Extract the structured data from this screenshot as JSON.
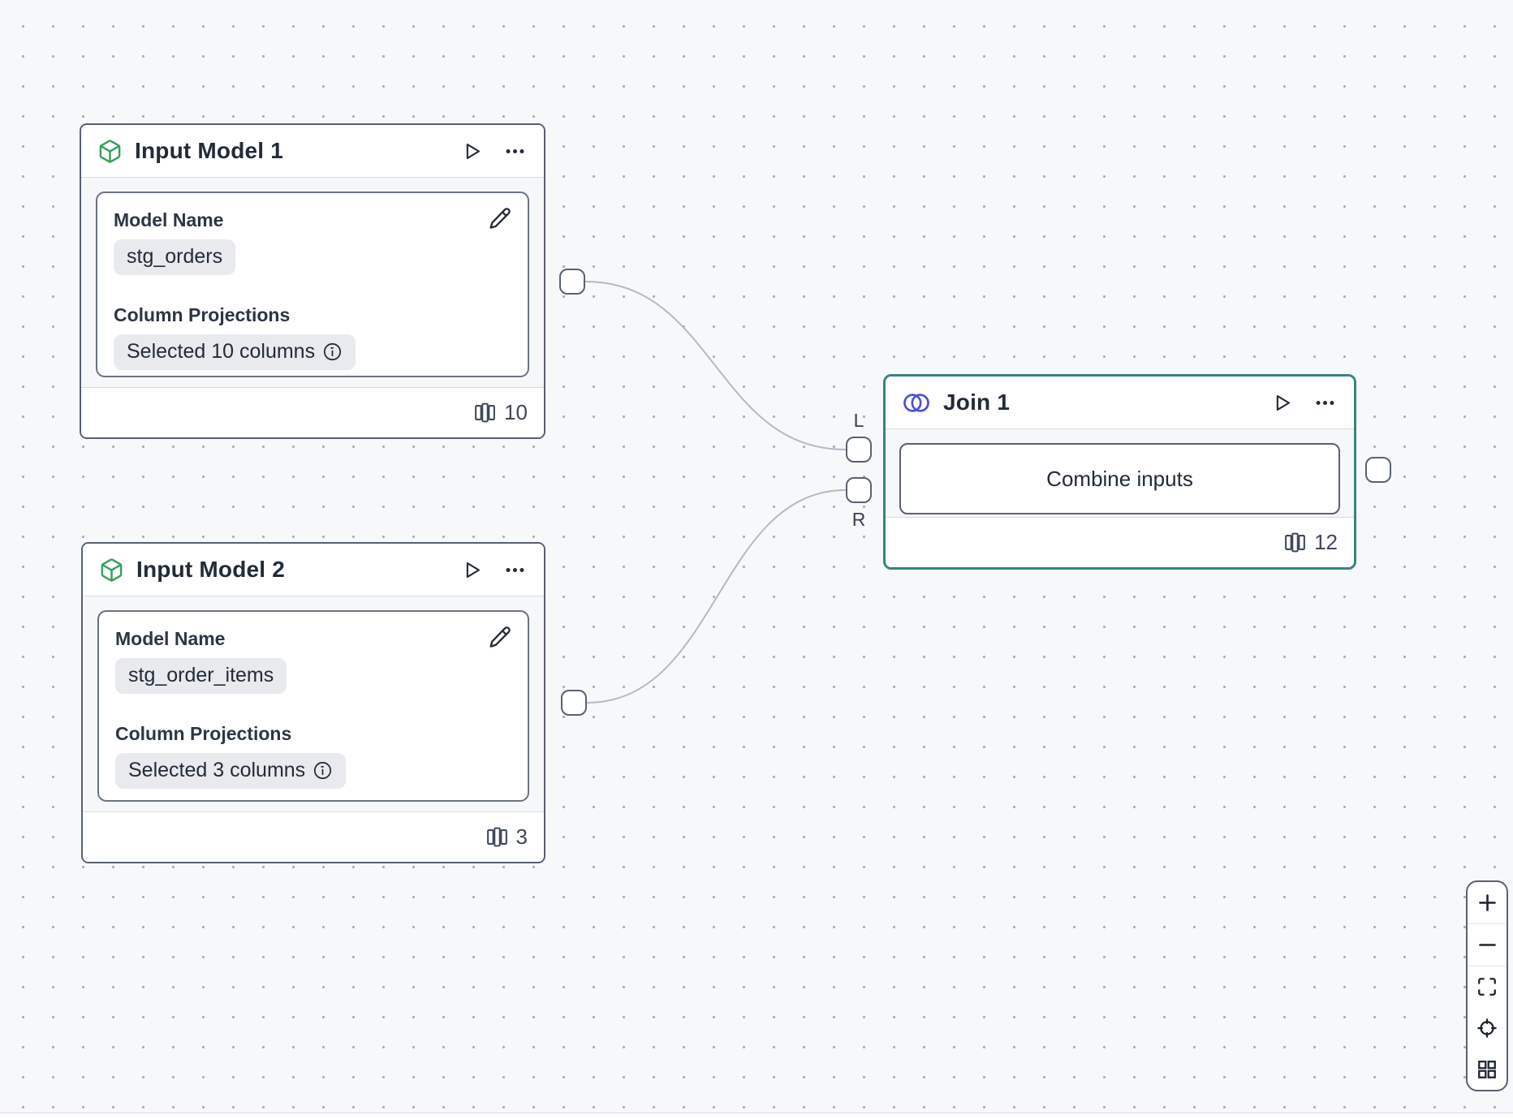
{
  "colors": {
    "canvas_bg": "#f7f8fa",
    "dot": "#a9aeb8",
    "node_border": "#576070",
    "selected_border_teal": "#37837f",
    "input_icon_green": "#37a05b",
    "join_icon_indigo": "#4b50dd",
    "edge_gray": "#b5b9c1",
    "chip_bg": "#e8eaee"
  },
  "nodes": {
    "input_model_1": {
      "title": "Input Model 1",
      "model_name_label": "Model Name",
      "model_name_value": "stg_orders",
      "projections_label": "Column Projections",
      "projections_value": "Selected 10 columns",
      "column_count": "10"
    },
    "input_model_2": {
      "title": "Input Model 2",
      "model_name_label": "Model Name",
      "model_name_value": "stg_order_items",
      "projections_label": "Column Projections",
      "projections_value": "Selected 3 columns",
      "column_count": "3"
    },
    "join_1": {
      "title": "Join 1",
      "button_label": "Combine inputs",
      "column_count": "12",
      "left_port_label": "L",
      "right_port_label": "R"
    }
  },
  "icons": [
    "cube-icon",
    "join-icon",
    "play-icon",
    "ellipsis-icon",
    "pencil-icon",
    "info-icon",
    "columns-icon",
    "zoom-in-icon",
    "zoom-out-icon",
    "fit-view-icon",
    "locate-icon",
    "grid-icon"
  ]
}
